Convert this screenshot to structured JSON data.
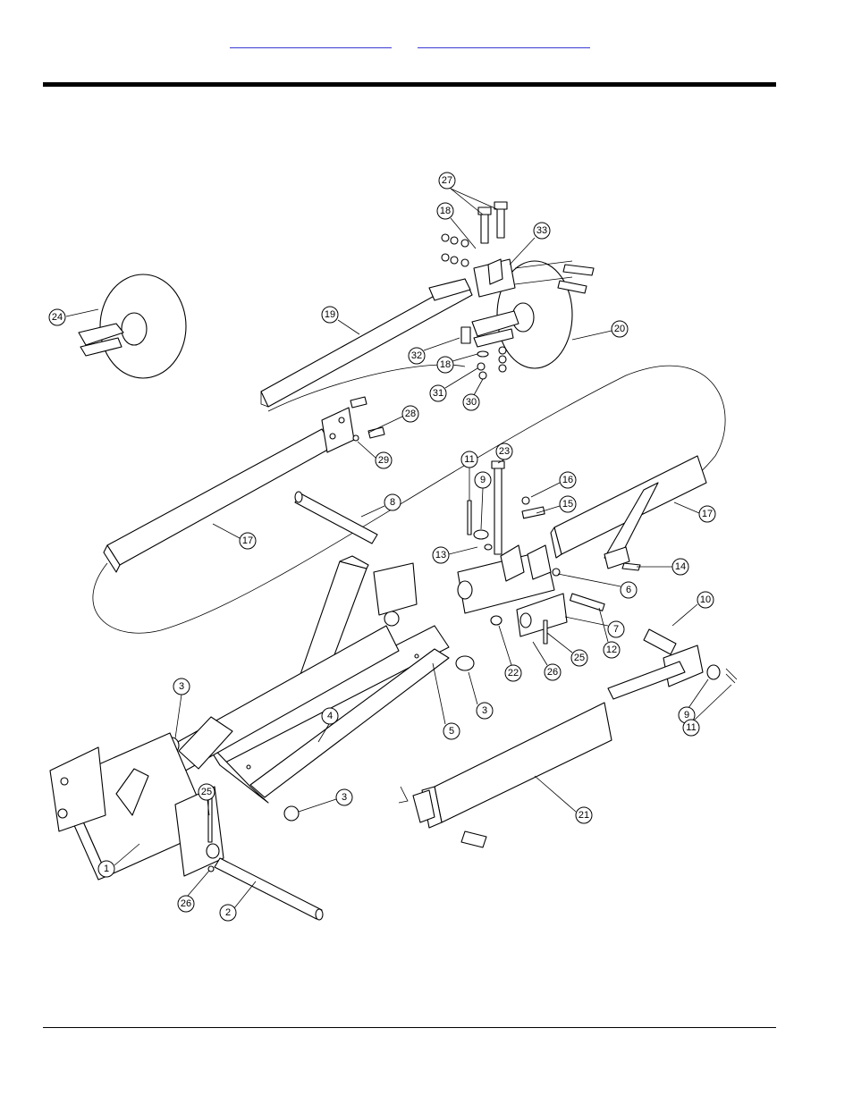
{
  "header": {
    "links": [
      {
        "label": "",
        "color": "#3a3ad6"
      },
      {
        "label": "",
        "color": "#3a3ad6"
      }
    ]
  },
  "diagram": {
    "callouts": [
      {
        "id": "c27",
        "label": "27"
      },
      {
        "id": "c18a",
        "label": "18"
      },
      {
        "id": "c33",
        "label": "33"
      },
      {
        "id": "c24",
        "label": "24"
      },
      {
        "id": "c19",
        "label": "19"
      },
      {
        "id": "c20",
        "label": "20"
      },
      {
        "id": "c32",
        "label": "32"
      },
      {
        "id": "c18b",
        "label": "18"
      },
      {
        "id": "c31",
        "label": "31"
      },
      {
        "id": "c30",
        "label": "30"
      },
      {
        "id": "c28",
        "label": "28"
      },
      {
        "id": "c29",
        "label": "29"
      },
      {
        "id": "c11a",
        "label": "11"
      },
      {
        "id": "c23",
        "label": "23"
      },
      {
        "id": "c9a",
        "label": "9"
      },
      {
        "id": "c16",
        "label": "16"
      },
      {
        "id": "c15",
        "label": "15"
      },
      {
        "id": "c8",
        "label": "8"
      },
      {
        "id": "c17a",
        "label": "17"
      },
      {
        "id": "c17b",
        "label": "17"
      },
      {
        "id": "c13",
        "label": "13"
      },
      {
        "id": "c14",
        "label": "14"
      },
      {
        "id": "c6",
        "label": "6"
      },
      {
        "id": "c10",
        "label": "10"
      },
      {
        "id": "c7",
        "label": "7"
      },
      {
        "id": "c12",
        "label": "12"
      },
      {
        "id": "c25a",
        "label": "25"
      },
      {
        "id": "c22",
        "label": "22"
      },
      {
        "id": "c26a",
        "label": "26"
      },
      {
        "id": "c3a",
        "label": "3"
      },
      {
        "id": "c4",
        "label": "4"
      },
      {
        "id": "c3b",
        "label": "3"
      },
      {
        "id": "c5",
        "label": "5"
      },
      {
        "id": "c9b",
        "label": "9"
      },
      {
        "id": "c11b",
        "label": "11"
      },
      {
        "id": "c3c",
        "label": "3"
      },
      {
        "id": "c25b",
        "label": "25"
      },
      {
        "id": "c21",
        "label": "21"
      },
      {
        "id": "c1",
        "label": "1"
      },
      {
        "id": "c26b",
        "label": "26"
      },
      {
        "id": "c2",
        "label": "2"
      }
    ]
  }
}
